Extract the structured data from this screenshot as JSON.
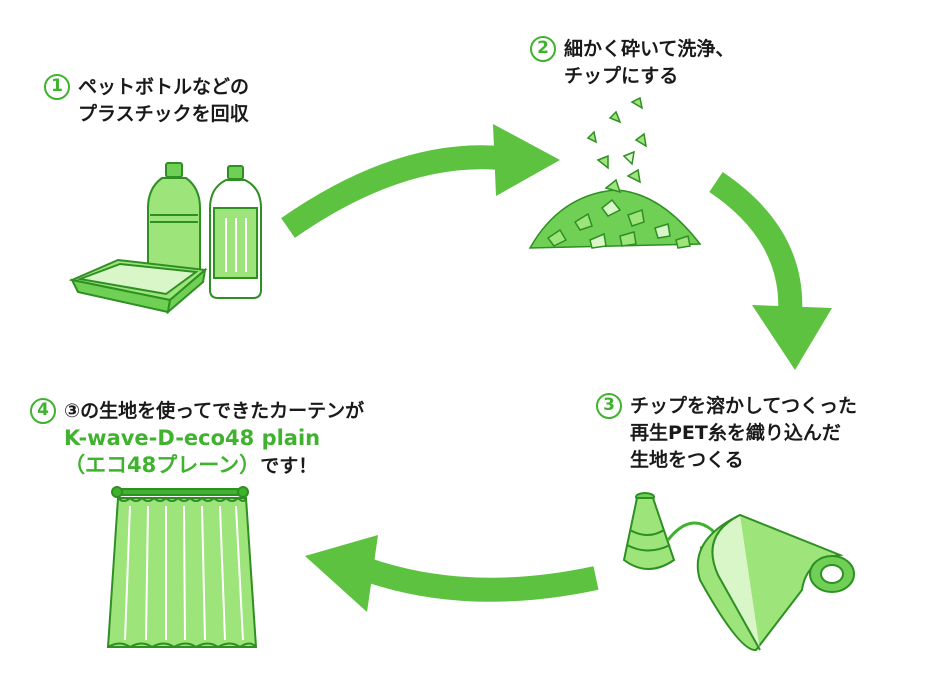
{
  "steps": [
    {
      "number": "1",
      "lines": [
        "ペットボトルなどの",
        "プラスチックを回収"
      ]
    },
    {
      "number": "2",
      "lines": [
        "細かく砕いて洗浄、",
        "チップにする"
      ]
    },
    {
      "number": "3",
      "lines": [
        "チップを溶かしてつくった",
        "再生PET糸を織り込んだ",
        "生地をつくる"
      ]
    },
    {
      "number": "4",
      "lines": [
        "③の生地を使ってできたカーテンが"
      ],
      "product_name": "K-wave-D-eco48 plain",
      "product_suffix_green": "（エコ48プレーン）",
      "product_suffix": "です！"
    }
  ],
  "colors": {
    "accent": "#3fb22e",
    "light": "#9de47a",
    "mid": "#6fd055",
    "outline": "#2e8f22"
  },
  "icons": [
    "plastic-bottles-icon",
    "plastic-tray-icon",
    "pet-chips-icon",
    "yarn-cone-icon",
    "fabric-roll-icon",
    "curtain-icon"
  ]
}
